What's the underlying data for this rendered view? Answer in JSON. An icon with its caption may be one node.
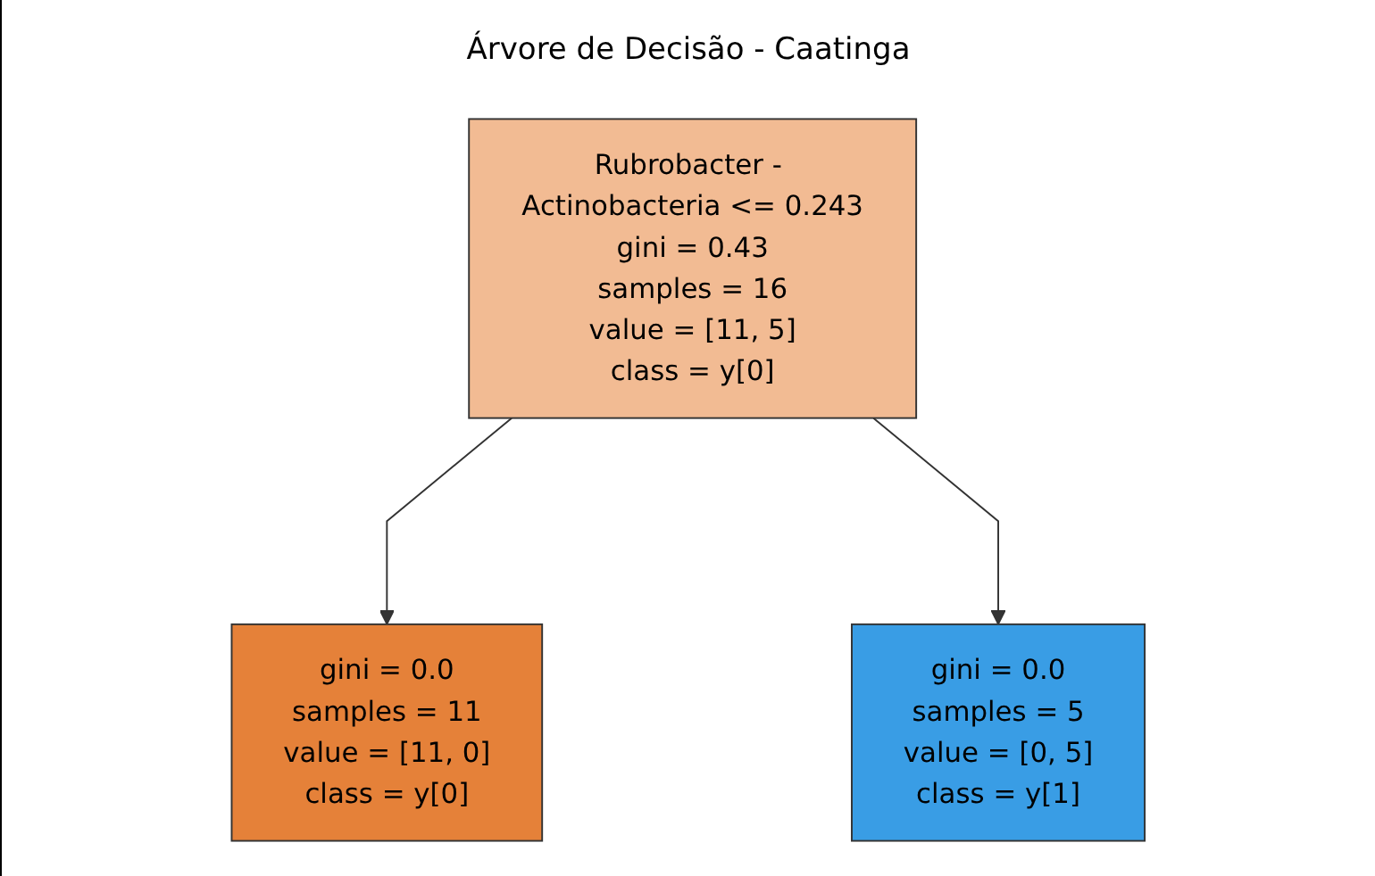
{
  "diagram": {
    "title": "Árvore de Decisão - Caatinga",
    "nodes": [
      {
        "text": [
          "Rubrobacter - Actinobacteria <= 0.243",
          "gini = 0.43",
          "samples = 16",
          "value = [11, 5]",
          "class = y[0]"
        ]
      },
      {
        "text": [
          "gini = 0.0",
          "samples = 11",
          "value = [11, 0]",
          "class = y[0]"
        ]
      },
      {
        "text": [
          "gini = 0.0",
          "samples = 5",
          "value = [0, 5]",
          "class = y[1]"
        ]
      }
    ],
    "edges": [
      {
        "from": 0,
        "to": 1,
        "arrow": "to"
      },
      {
        "from": 0,
        "to": 2,
        "arrow": "to"
      }
    ]
  }
}
